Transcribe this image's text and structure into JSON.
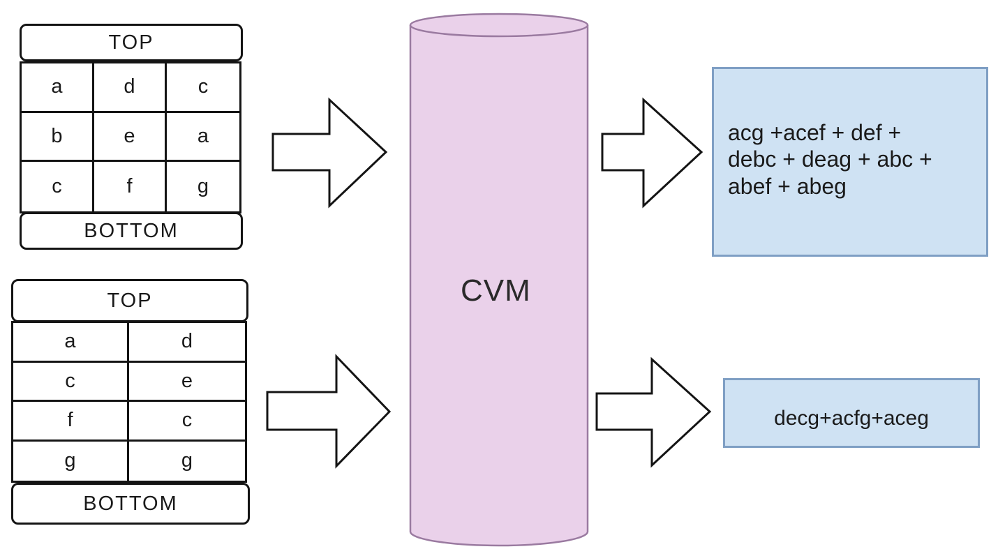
{
  "inputs": [
    {
      "top_label": "TOP",
      "bottom_label": "BOTTOM",
      "columns": 3,
      "rows": [
        [
          "a",
          "d",
          "c"
        ],
        [
          "b",
          "e",
          "a"
        ],
        [
          "c",
          "f",
          "g"
        ]
      ]
    },
    {
      "top_label": "TOP",
      "bottom_label": "BOTTOM",
      "columns": 2,
      "rows": [
        [
          "a",
          "d"
        ],
        [
          "c",
          "e"
        ],
        [
          "f",
          "c"
        ],
        [
          "g",
          "g"
        ]
      ]
    }
  ],
  "processor": {
    "label": "CVM",
    "fill_color": "#ead1ea",
    "stroke_color": "#9a7aa0"
  },
  "outputs": [
    {
      "lines": [
        "acg +acef + def +",
        "debc + deag + abc +",
        "abef + abeg"
      ]
    },
    {
      "lines": [
        "decg+acfg+aceg"
      ]
    }
  ],
  "colors": {
    "output_fill": "#cfe2f3",
    "output_border": "#7f9fc4",
    "ink": "#141414"
  }
}
